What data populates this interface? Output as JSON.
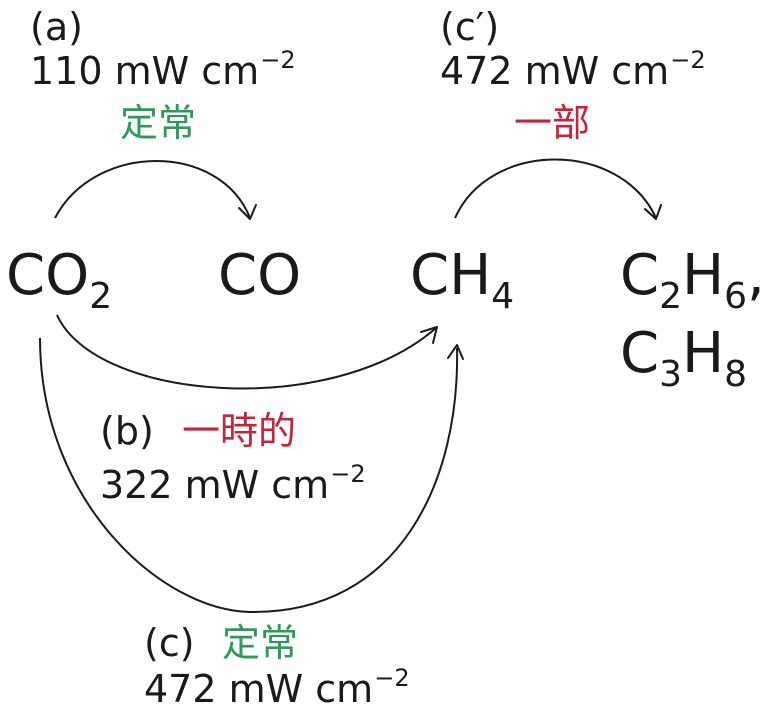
{
  "species": {
    "co2": {
      "base": "CO",
      "sub": "2"
    },
    "co": {
      "base": "CO"
    },
    "ch4": {
      "base": "CH",
      "sub": "4"
    },
    "c2h6": {
      "c": "C",
      "c_sub": "2",
      "h": "H",
      "h_sub": "6",
      "trail": ","
    },
    "c3h8": {
      "c": "C",
      "c_sub": "3",
      "h": "H",
      "h_sub": "8"
    }
  },
  "paths": {
    "a": {
      "label": "(a)",
      "power_value": "110",
      "power_unit": "mW cm",
      "power_exp": "−2",
      "mode": "定常",
      "mode_color": "#2e9a5a"
    },
    "b": {
      "label": "(b)",
      "power_value": "322",
      "power_unit": "mW cm",
      "power_exp": "−2",
      "mode": "一時的",
      "mode_color": "#c8213a"
    },
    "c": {
      "label": "(c)",
      "power_value": "472",
      "power_unit": "mW cm",
      "power_exp": "−2",
      "mode": "定常",
      "mode_color": "#2e9a5a"
    },
    "c_prime": {
      "label": "(c′)",
      "power_value": "472",
      "power_unit": "mW cm",
      "power_exp": "−2",
      "mode": "一部",
      "mode_color": "#c8213a"
    }
  }
}
